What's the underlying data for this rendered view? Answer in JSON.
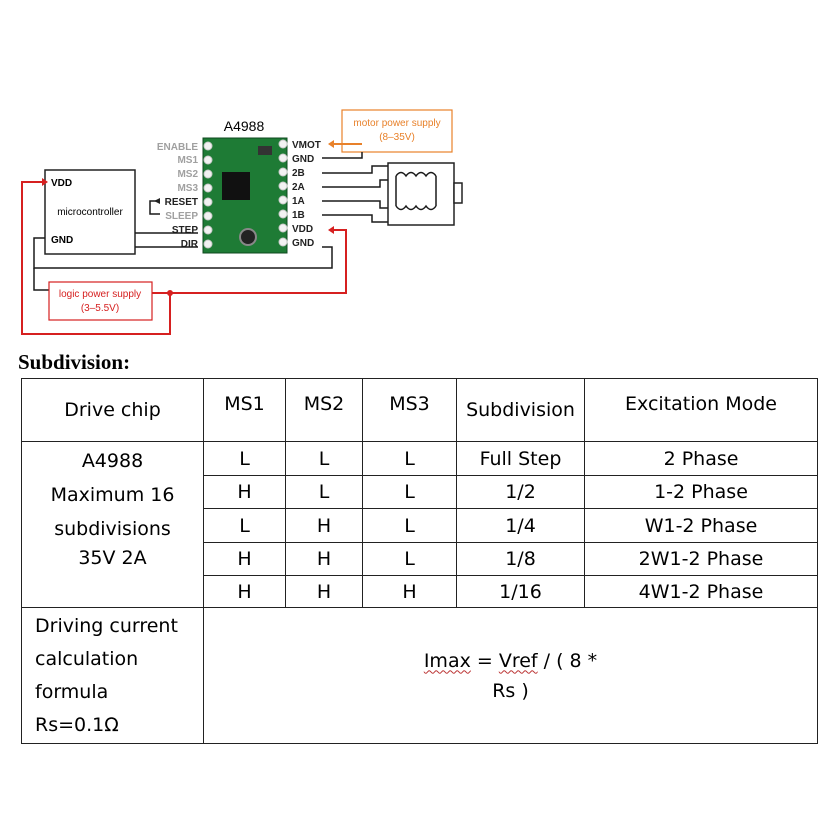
{
  "diagram": {
    "board_title": "A4988",
    "left_pins": [
      "ENABLE",
      "MS1",
      "MS2",
      "MS3",
      "RESET",
      "SLEEP",
      "STEP",
      "DIR"
    ],
    "right_pins": [
      "VMOT",
      "GND",
      "2B",
      "2A",
      "1A",
      "1B",
      "VDD",
      "GND"
    ],
    "microcontroller": {
      "label": "microcontroller",
      "vdd": "VDD",
      "gnd": "GND"
    },
    "motor_supply": {
      "label": "motor power supply",
      "range": "(8–35V)"
    },
    "logic_supply": {
      "label": "logic power supply",
      "range": "(3–5.5V)"
    },
    "colors": {
      "board": "#1e7b35",
      "supply_box": "#e8812a",
      "logic_box": "#d62020",
      "wire": "#1a1a1a"
    }
  },
  "section": {
    "title": "Subdivision:"
  },
  "table": {
    "headers": [
      "Drive chip",
      "MS1",
      "MS2",
      "MS3",
      "Subdivision",
      "Excitation Mode"
    ],
    "chip": {
      "name": "A4988",
      "line1": "Maximum 16",
      "line2": "subdivisions",
      "line3": "35V 2A"
    },
    "rows": [
      {
        "ms1": "L",
        "ms2": "L",
        "ms3": "L",
        "subdivision": "Full Step",
        "mode": "2 Phase"
      },
      {
        "ms1": "H",
        "ms2": "L",
        "ms3": "L",
        "subdivision": "1/2",
        "mode": "1-2 Phase"
      },
      {
        "ms1": "L",
        "ms2": "H",
        "ms3": "L",
        "subdivision": "1/4",
        "mode": "W1-2 Phase"
      },
      {
        "ms1": "H",
        "ms2": "H",
        "ms3": "L",
        "subdivision": "1/8",
        "mode": "2W1-2 Phase"
      },
      {
        "ms1": "H",
        "ms2": "H",
        "ms3": "H",
        "subdivision": "1/16",
        "mode": "4W1-2 Phase"
      }
    ],
    "formula_label": [
      "Driving current",
      "calculation",
      "formula",
      "Rs=0.1Ω"
    ],
    "formula": {
      "imax": "Imax",
      "eq": " = ",
      "vref": "Vref",
      "rest": " / ( 8 *",
      "line2": "Rs )"
    }
  }
}
